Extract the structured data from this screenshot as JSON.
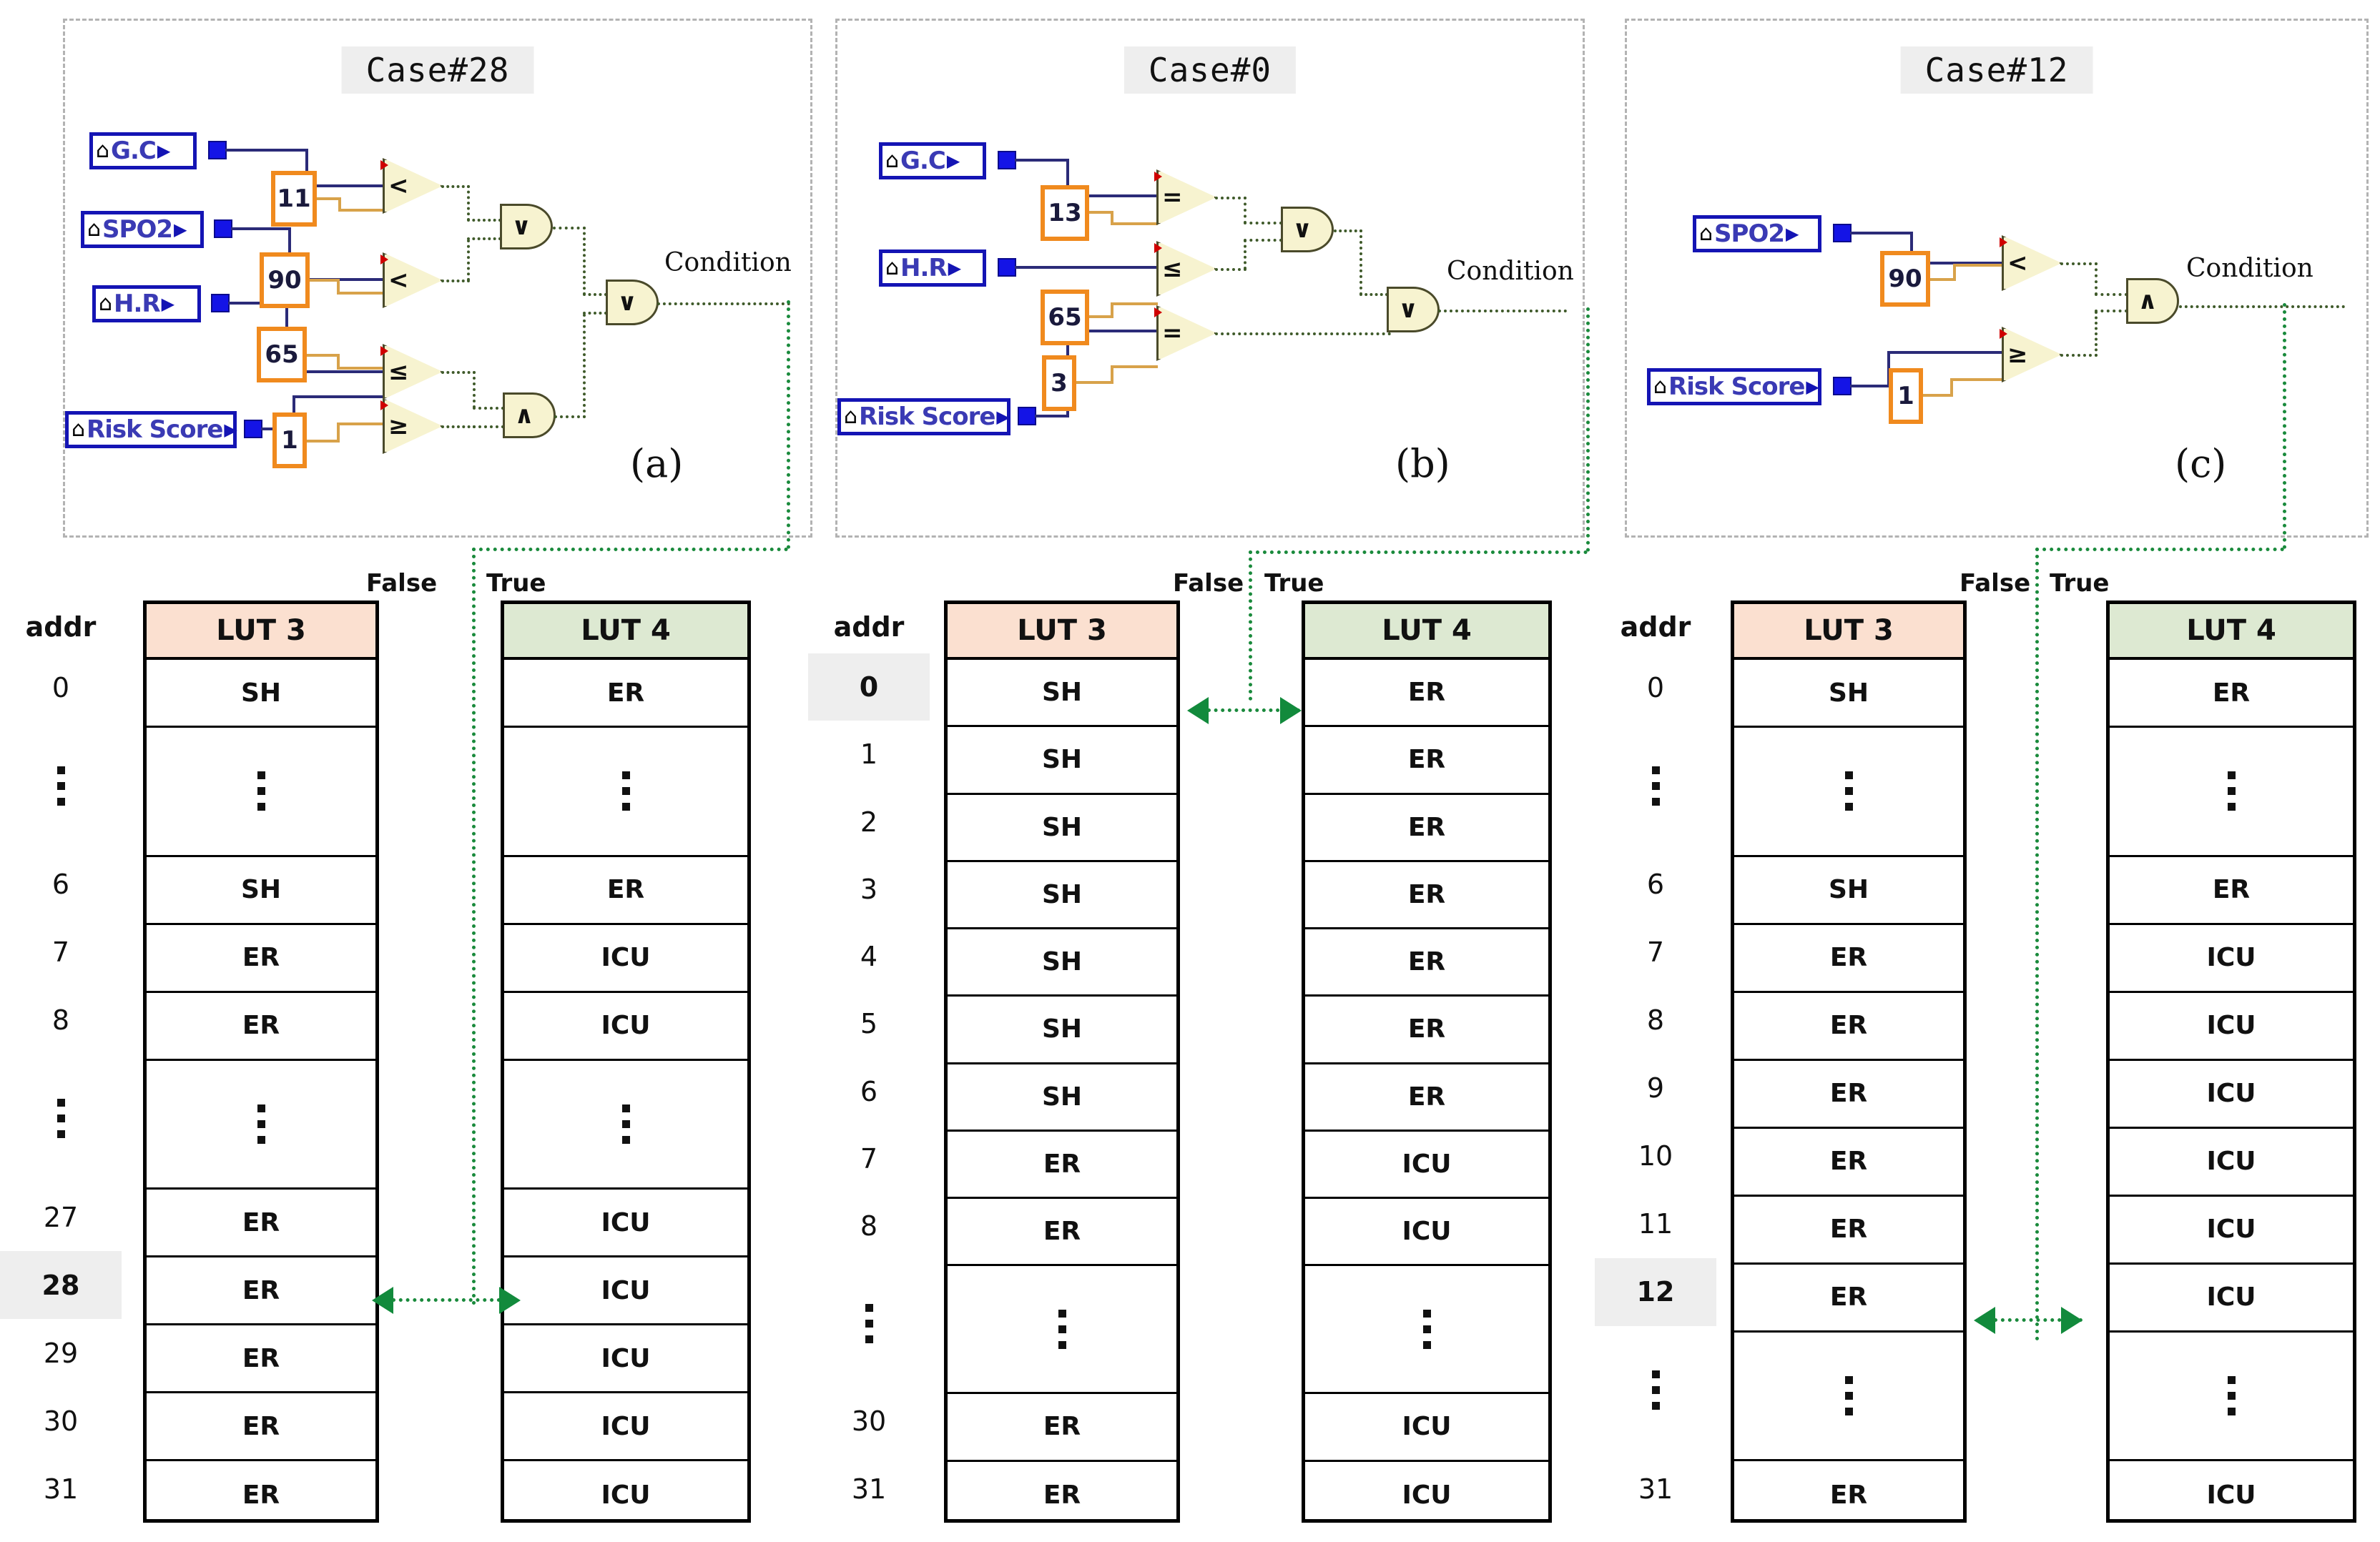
{
  "figure": {
    "panels": [
      {
        "id": "a",
        "case_title": "Case#28",
        "sub_label": "(a)",
        "condition_label": "Condition",
        "variables": [
          {
            "name": "G.C",
            "icon": "home-icon"
          },
          {
            "name": "SPO2",
            "icon": "home-icon"
          },
          {
            "name": "H.R",
            "icon": "home-icon"
          },
          {
            "name": "Risk Score",
            "icon": "home-icon"
          }
        ],
        "constants": [
          "11",
          "90",
          "65",
          "1"
        ],
        "comparators": [
          "<",
          "<",
          "≤",
          "≥"
        ],
        "gates": [
          "∨",
          "∧",
          "∨"
        ],
        "false_label": "False",
        "true_label": "True",
        "addr_header": "addr",
        "lut3_header": "LUT 3",
        "lut4_header": "LUT 4",
        "highlight_addr": "28",
        "rows": [
          {
            "addr": "0",
            "lut3": "SH",
            "lut4": "ER"
          },
          {
            "addr": "⋮",
            "lut3": "⋮",
            "lut4": "⋮"
          },
          {
            "addr": "6",
            "lut3": "SH",
            "lut4": "ER"
          },
          {
            "addr": "7",
            "lut3": "ER",
            "lut4": "ICU"
          },
          {
            "addr": "8",
            "lut3": "ER",
            "lut4": "ICU"
          },
          {
            "addr": "⋮",
            "lut3": "⋮",
            "lut4": "⋮"
          },
          {
            "addr": "27",
            "lut3": "ER",
            "lut4": "ICU"
          },
          {
            "addr": "28",
            "lut3": "ER",
            "lut4": "ICU"
          },
          {
            "addr": "29",
            "lut3": "ER",
            "lut4": "ICU"
          },
          {
            "addr": "30",
            "lut3": "ER",
            "lut4": "ICU"
          },
          {
            "addr": "31",
            "lut3": "ER",
            "lut4": "ICU"
          }
        ]
      },
      {
        "id": "b",
        "case_title": "Case#0",
        "sub_label": "(b)",
        "condition_label": "Condition",
        "variables": [
          {
            "name": "G.C",
            "icon": "home-icon"
          },
          {
            "name": "H.R",
            "icon": "home-icon"
          },
          {
            "name": "Risk Score",
            "icon": "home-icon"
          }
        ],
        "constants": [
          "13",
          "65",
          "3"
        ],
        "comparators": [
          "=",
          "≤",
          "="
        ],
        "gates": [
          "∨",
          "∨"
        ],
        "false_label": "False",
        "true_label": "True",
        "addr_header": "addr",
        "lut3_header": "LUT 3",
        "lut4_header": "LUT 4",
        "highlight_addr": "0",
        "rows": [
          {
            "addr": "0",
            "lut3": "SH",
            "lut4": "ER"
          },
          {
            "addr": "1",
            "lut3": "SH",
            "lut4": "ER"
          },
          {
            "addr": "2",
            "lut3": "SH",
            "lut4": "ER"
          },
          {
            "addr": "3",
            "lut3": "SH",
            "lut4": "ER"
          },
          {
            "addr": "4",
            "lut3": "SH",
            "lut4": "ER"
          },
          {
            "addr": "5",
            "lut3": "SH",
            "lut4": "ER"
          },
          {
            "addr": "6",
            "lut3": "SH",
            "lut4": "ER"
          },
          {
            "addr": "7",
            "lut3": "ER",
            "lut4": "ICU"
          },
          {
            "addr": "8",
            "lut3": "ER",
            "lut4": "ICU"
          },
          {
            "addr": "⋮",
            "lut3": "⋮",
            "lut4": "⋮"
          },
          {
            "addr": "30",
            "lut3": "ER",
            "lut4": "ICU"
          },
          {
            "addr": "31",
            "lut3": "ER",
            "lut4": "ICU"
          }
        ]
      },
      {
        "id": "c",
        "case_title": "Case#12",
        "sub_label": "(c)",
        "condition_label": "Condition",
        "variables": [
          {
            "name": "SPO2",
            "icon": "home-icon"
          },
          {
            "name": "Risk Score",
            "icon": "home-icon"
          }
        ],
        "constants": [
          "90",
          "1"
        ],
        "comparators": [
          "<",
          "≥"
        ],
        "gates": [
          "∧"
        ],
        "false_label": "False",
        "true_label": "True",
        "addr_header": "addr",
        "lut3_header": "LUT 3",
        "lut4_header": "LUT 4",
        "highlight_addr": "12",
        "rows": [
          {
            "addr": "0",
            "lut3": "SH",
            "lut4": "ER"
          },
          {
            "addr": "⋮",
            "lut3": "⋮",
            "lut4": "⋮"
          },
          {
            "addr": "6",
            "lut3": "SH",
            "lut4": "ER"
          },
          {
            "addr": "7",
            "lut3": "ER",
            "lut4": "ICU"
          },
          {
            "addr": "8",
            "lut3": "ER",
            "lut4": "ICU"
          },
          {
            "addr": "9",
            "lut3": "ER",
            "lut4": "ICU"
          },
          {
            "addr": "10",
            "lut3": "ER",
            "lut4": "ICU"
          },
          {
            "addr": "11",
            "lut3": "ER",
            "lut4": "ICU"
          },
          {
            "addr": "12",
            "lut3": "ER",
            "lut4": "ICU"
          },
          {
            "addr": "⋮",
            "lut3": "⋮",
            "lut4": "⋮"
          },
          {
            "addr": "31",
            "lut3": "ER",
            "lut4": "ICU"
          }
        ]
      }
    ],
    "colors": {
      "lut3_header_bg": "#fbe0d0",
      "lut4_header_bg": "#dde9d2",
      "highlight_row_bg": "#eeeeee",
      "green_link": "#1a8a3c",
      "bool_wire": "#3f5a2a",
      "var_border": "#1414b4",
      "const_border": "#f08a1e",
      "gate_fill": "#f7f3d0"
    }
  }
}
